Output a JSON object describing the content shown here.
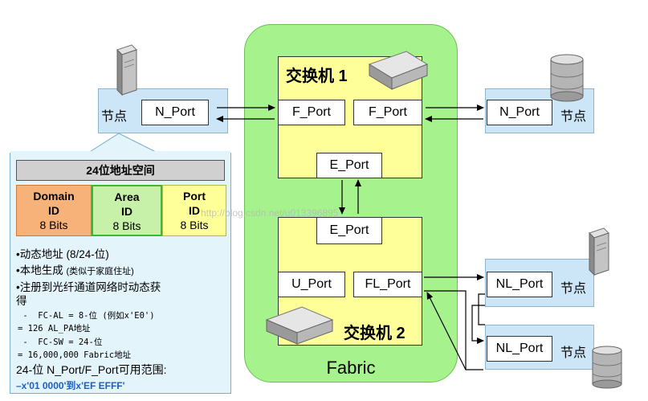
{
  "fabric": {
    "label": "Fabric"
  },
  "switch1": {
    "title": "交换机 1",
    "ports": [
      "F_Port",
      "F_Port",
      "E_Port"
    ]
  },
  "switch2": {
    "title": "交换机 2",
    "ports": [
      "E_Port",
      "U_Port",
      "FL_Port"
    ]
  },
  "nodes": {
    "left": {
      "label": "节点",
      "port": "N_Port"
    },
    "right": {
      "label": "节点",
      "port": "N_Port"
    },
    "loop1": {
      "label": "节点",
      "port": "NL_Port"
    },
    "loop2": {
      "label": "节点",
      "port": "NL_Port"
    }
  },
  "address": {
    "title": "24位地址空间",
    "fields": [
      {
        "name_line1": "Domain",
        "name_line2": "ID",
        "bits": "8 Bits",
        "color": "#f7b27a"
      },
      {
        "name_line1": "Area",
        "name_line2": "ID",
        "bits": "8 Bits",
        "color": "#c7f0a8"
      },
      {
        "name_line1": "Port",
        "name_line2": "ID",
        "bits": "8 Bits",
        "color": "#ffff99"
      }
    ],
    "bullets": [
      {
        "main": "•动态地址 (8/24-位)"
      },
      {
        "main": "•本地生成",
        "note": "(类似于家庭住址)"
      },
      {
        "main": "•注册到光纤通道网络时动态获"
      },
      {
        "main": "得"
      }
    ],
    "details": [
      " -  FC-AL = 8-位 (例如x'E0')",
      "= 126 AL_PA地址",
      " -  FC-SW = 24-位",
      "= 16,000,000 Fabric地址"
    ],
    "range_label": "24-位  N_Port/F_Port可用范围:",
    "range_value": "–x'01 0000'到x'EF EFFF'"
  },
  "watermark": "http://blog.csdn.net/u013396895",
  "colors": {
    "fabric": "#a6f28c",
    "switch": "#ffff99",
    "node": "#cce6f7",
    "range": "#1f5fbf"
  }
}
